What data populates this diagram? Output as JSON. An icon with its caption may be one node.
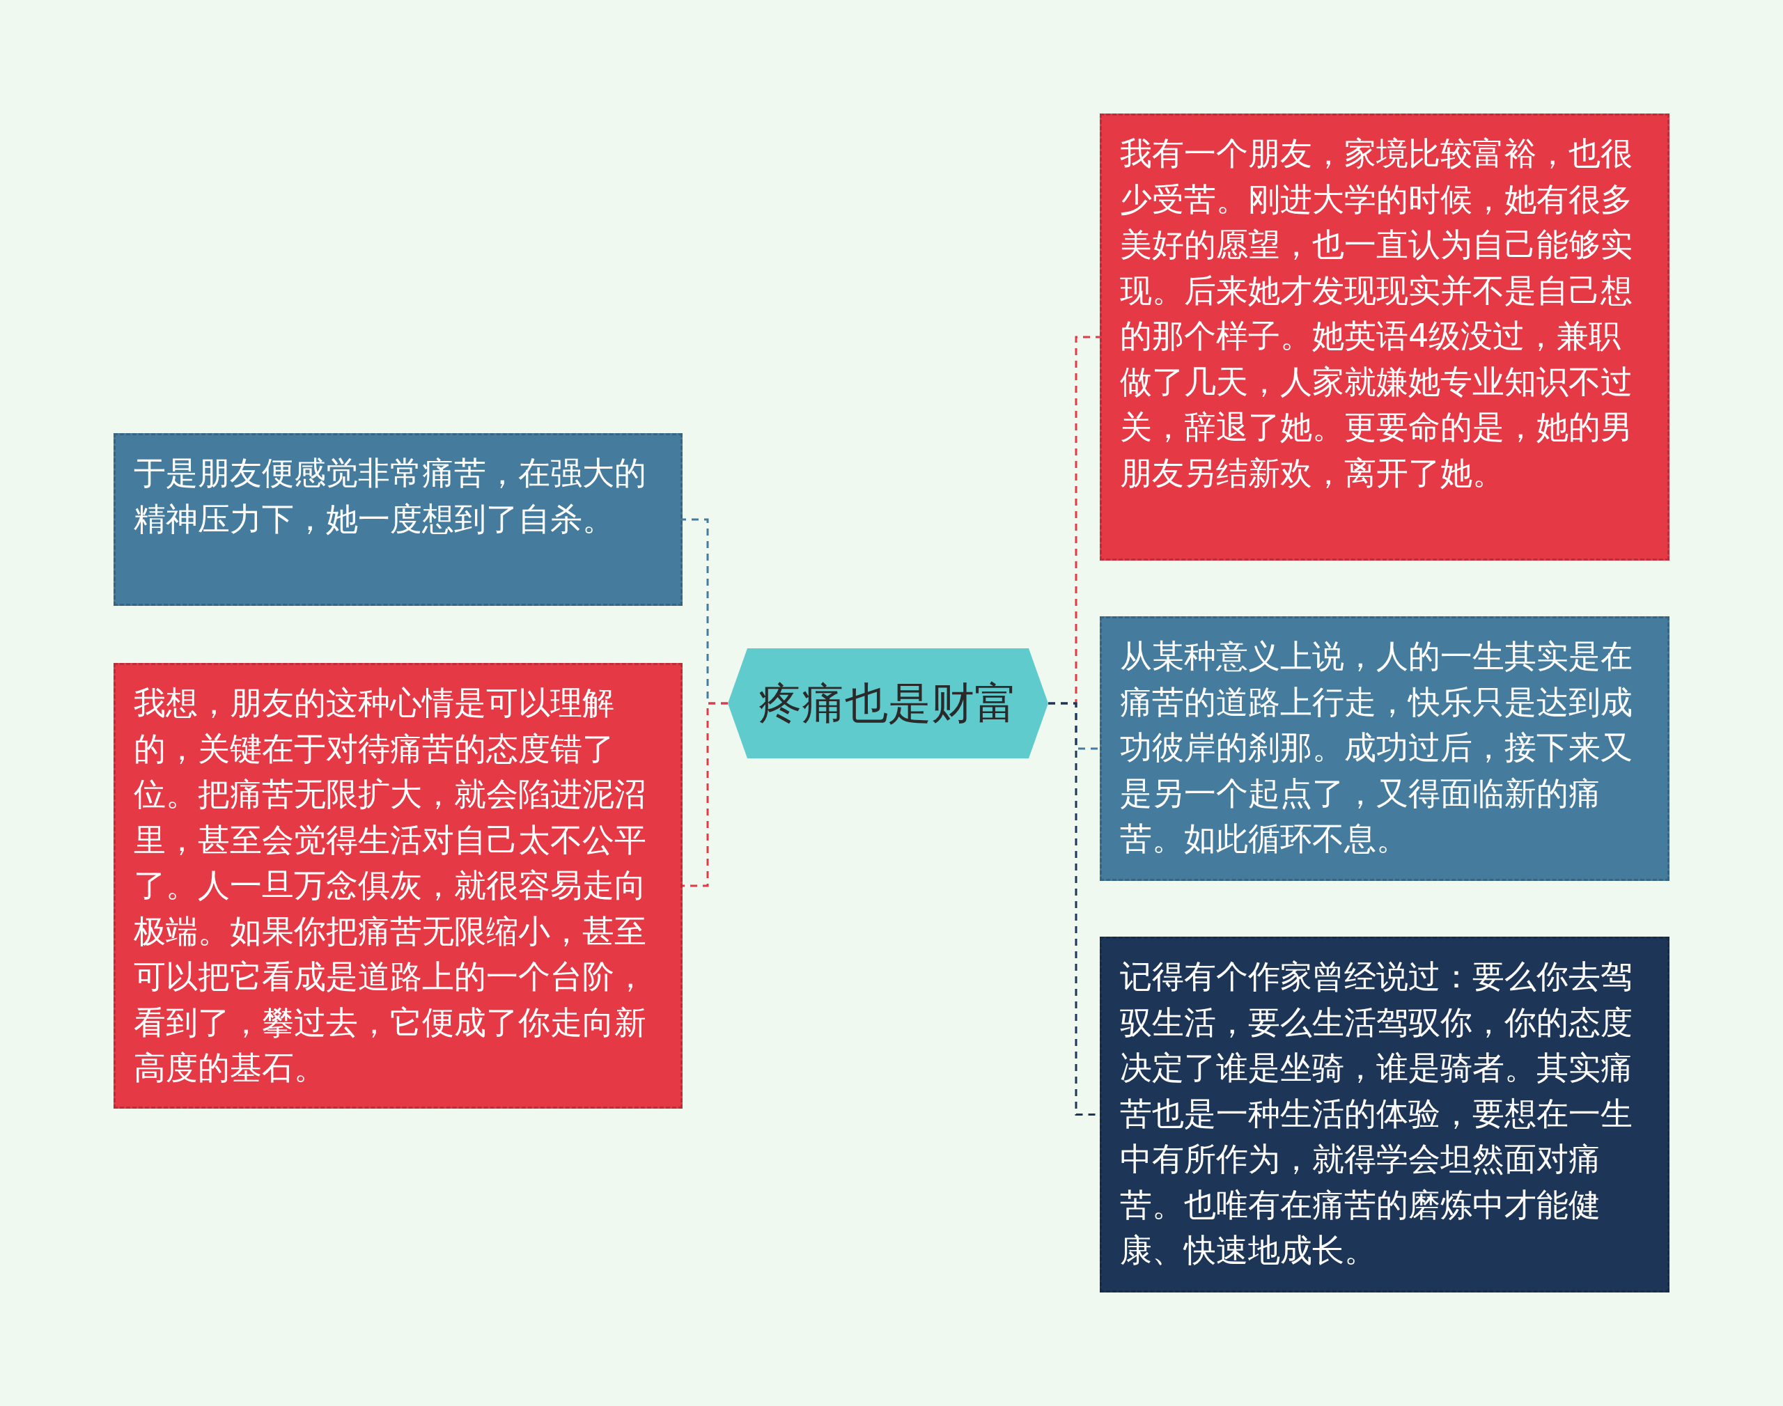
{
  "diagram": {
    "nodes": [
      {
        "text": [
          "疼痛也是财富"
        ]
      },
      {
        "text": [
          "于是朋友便感觉非常痛苦，在强大的精神压力下，她一度想到了自杀。"
        ]
      },
      {
        "text": [
          "我想，朋友的这种心情是可以理解的，关键在于对待痛苦的态度错了位。把痛苦无限扩大，就会陷进泥沼里，甚至会觉得生活对自己太不公平了。人一旦万念俱灰，就很容易走向极端。如果你把痛苦无限缩小，甚至可以把它看成是道路上的一个台阶，看到了，攀过去，它便成了你走向新高度的基石。"
        ]
      },
      {
        "text": [
          "我有一个朋友，家境比较富裕，也很少受苦。刚进大学的时候，她有很多美好的愿望，也一直认为自己能够实现。后来她才发现现实并不是自己想的那个样子。她英语4级没过，兼职做了几天，人家就嫌她专业知识不过关，辞退了她。更要命的是，她的男朋友另结新欢，离开了她。"
        ]
      },
      {
        "text": [
          "从某种意义上说，人的一生其实是在痛苦的道路上行走，快乐只是达到成功彼岸的刹那。成功过后，接下来又是另一个起点了，又得面临新的痛苦。如此循环不息。"
        ]
      },
      {
        "text": [
          "记得有个作家曾经说过：要么你去驾驭生活，要么生活驾驭你，你的态度决定了谁是坐骑，谁是骑者。其实痛苦也是一种生活的体验，要想在一生中有所作为，就得学会坦然面对痛苦。也唯有在痛苦的磨炼中才能健康、快速地成长。"
        ]
      }
    ],
    "edges": [
      {
        "from": 0,
        "to": 1,
        "arrow": "none",
        "style": "dashed",
        "color": "#457b9d"
      },
      {
        "from": 0,
        "to": 2,
        "arrow": "none",
        "style": "dashed",
        "color": "#e63946"
      },
      {
        "from": 0,
        "to": 3,
        "arrow": "none",
        "style": "dashed",
        "color": "#e63946"
      },
      {
        "from": 0,
        "to": 4,
        "arrow": "none",
        "style": "dashed",
        "color": "#457b9d"
      },
      {
        "from": 0,
        "to": 5,
        "arrow": "none",
        "style": "dashed",
        "color": "#1d3557"
      }
    ]
  }
}
